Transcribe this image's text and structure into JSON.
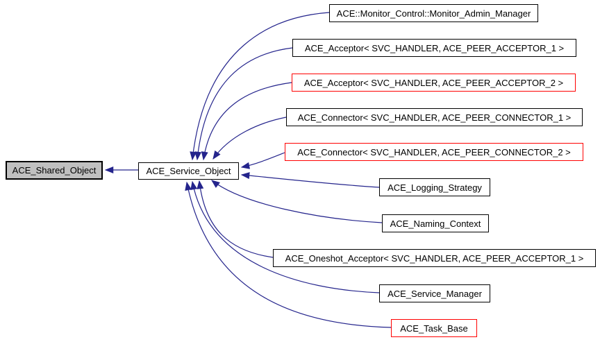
{
  "diagram": {
    "type": "inheritance-graph",
    "background": "#ffffff",
    "edge_color": "#24248c",
    "current_node_fill": "#c0c0c0",
    "default_node_fill": "#ffffff",
    "default_border": "#000000",
    "truncated_border": "#ff0000"
  },
  "nodes": [
    {
      "id": "shared_object",
      "label": "ACE_Shared_Object",
      "fill": "#c0c0c0",
      "border": "#000000",
      "current": true
    },
    {
      "id": "service_object",
      "label": "ACE_Service_Object",
      "fill": "#ffffff",
      "border": "#000000"
    },
    {
      "id": "monitor_admin",
      "label": "ACE::Monitor_Control::Monitor_Admin_Manager",
      "fill": "#ffffff",
      "border": "#000000"
    },
    {
      "id": "acceptor_1",
      "label": "ACE_Acceptor< SVC_HANDLER, ACE_PEER_ACCEPTOR_1 >",
      "fill": "#ffffff",
      "border": "#000000"
    },
    {
      "id": "acceptor_2",
      "label": "ACE_Acceptor< SVC_HANDLER, ACE_PEER_ACCEPTOR_2 >",
      "fill": "#ffffff",
      "border": "#ff0000"
    },
    {
      "id": "connector_1",
      "label": "ACE_Connector< SVC_HANDLER, ACE_PEER_CONNECTOR_1 >",
      "fill": "#ffffff",
      "border": "#000000"
    },
    {
      "id": "connector_2",
      "label": "ACE_Connector< SVC_HANDLER, ACE_PEER_CONNECTOR_2 >",
      "fill": "#ffffff",
      "border": "#ff0000"
    },
    {
      "id": "logging_strategy",
      "label": "ACE_Logging_Strategy",
      "fill": "#ffffff",
      "border": "#000000"
    },
    {
      "id": "naming_context",
      "label": "ACE_Naming_Context",
      "fill": "#ffffff",
      "border": "#000000"
    },
    {
      "id": "oneshot_acceptor",
      "label": "ACE_Oneshot_Acceptor< SVC_HANDLER, ACE_PEER_ACCEPTOR_1 >",
      "fill": "#ffffff",
      "border": "#000000"
    },
    {
      "id": "service_manager",
      "label": "ACE_Service_Manager",
      "fill": "#ffffff",
      "border": "#000000"
    },
    {
      "id": "task_base",
      "label": "ACE_Task_Base",
      "fill": "#ffffff",
      "border": "#ff0000"
    }
  ],
  "edges": [
    {
      "from": "ACE_Service_Object",
      "to": "ACE_Shared_Object"
    },
    {
      "from": "ACE::Monitor_Control::Monitor_Admin_Manager",
      "to": "ACE_Service_Object"
    },
    {
      "from": "ACE_Acceptor< SVC_HANDLER, ACE_PEER_ACCEPTOR_1 >",
      "to": "ACE_Service_Object"
    },
    {
      "from": "ACE_Acceptor< SVC_HANDLER, ACE_PEER_ACCEPTOR_2 >",
      "to": "ACE_Service_Object"
    },
    {
      "from": "ACE_Connector< SVC_HANDLER, ACE_PEER_CONNECTOR_1 >",
      "to": "ACE_Service_Object"
    },
    {
      "from": "ACE_Connector< SVC_HANDLER, ACE_PEER_CONNECTOR_2 >",
      "to": "ACE_Service_Object"
    },
    {
      "from": "ACE_Logging_Strategy",
      "to": "ACE_Service_Object"
    },
    {
      "from": "ACE_Naming_Context",
      "to": "ACE_Service_Object"
    },
    {
      "from": "ACE_Oneshot_Acceptor< SVC_HANDLER, ACE_PEER_ACCEPTOR_1 >",
      "to": "ACE_Service_Object"
    },
    {
      "from": "ACE_Service_Manager",
      "to": "ACE_Service_Object"
    },
    {
      "from": "ACE_Task_Base",
      "to": "ACE_Service_Object"
    }
  ]
}
